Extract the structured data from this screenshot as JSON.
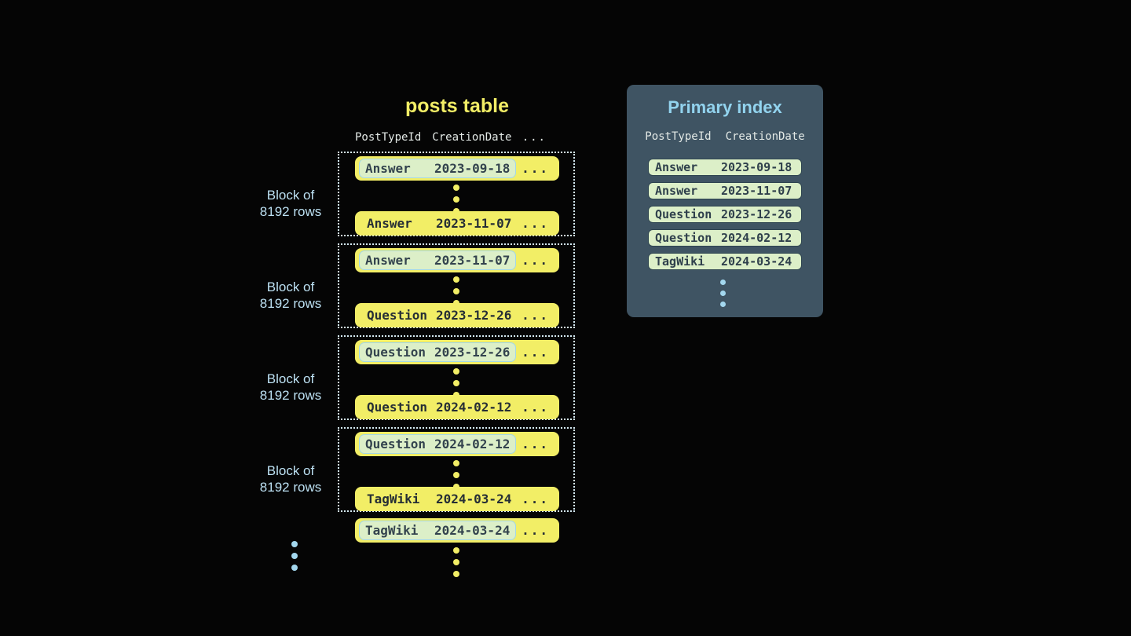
{
  "colors": {
    "background": "#050505",
    "yellow": "#F2EE66",
    "pill_bg": "#DCEFC8",
    "pill_border": "#A3D7E8",
    "pill_text": "#33434E",
    "row_text": "#262E35",
    "dotted_border": "#D5EAF3",
    "panel_bg": "#3F5463",
    "panel_title": "#92D3EE",
    "header_text": "#E3E9E6",
    "label_text": "#BCE0F2",
    "blue_dot": "#A3D7EE",
    "index_row_border": "#2E4450",
    "index_row_text": "#2F404C"
  },
  "posts_table": {
    "title": "posts table",
    "columns": [
      "PostTypeId",
      "CreationDate",
      "..."
    ],
    "more": "...",
    "block_label": [
      "Block of",
      "8192 rows"
    ],
    "blocks": [
      {
        "first": {
          "type": "Answer",
          "date": "2023-09-18"
        },
        "last": {
          "type": "Answer",
          "date": "2023-11-07"
        }
      },
      {
        "first": {
          "type": "Answer",
          "date": "2023-11-07"
        },
        "last": {
          "type": "Question",
          "date": "2023-12-26"
        }
      },
      {
        "first": {
          "type": "Question",
          "date": "2023-12-26"
        },
        "last": {
          "type": "Question",
          "date": "2024-02-12"
        }
      },
      {
        "first": {
          "type": "Question",
          "date": "2024-02-12"
        },
        "last": {
          "type": "TagWiki",
          "date": "2024-03-24"
        }
      }
    ],
    "overflow_row": {
      "type": "TagWiki",
      "date": "2024-03-24"
    }
  },
  "primary_index": {
    "title": "Primary index",
    "columns": [
      "PostTypeId",
      "CreationDate"
    ],
    "rows": [
      {
        "type": "Answer",
        "date": "2023-09-18"
      },
      {
        "type": "Answer",
        "date": "2023-11-07"
      },
      {
        "type": "Question",
        "date": "2023-12-26"
      },
      {
        "type": "Question",
        "date": "2024-02-12"
      },
      {
        "type": "TagWiki",
        "date": "2024-03-24"
      }
    ]
  }
}
